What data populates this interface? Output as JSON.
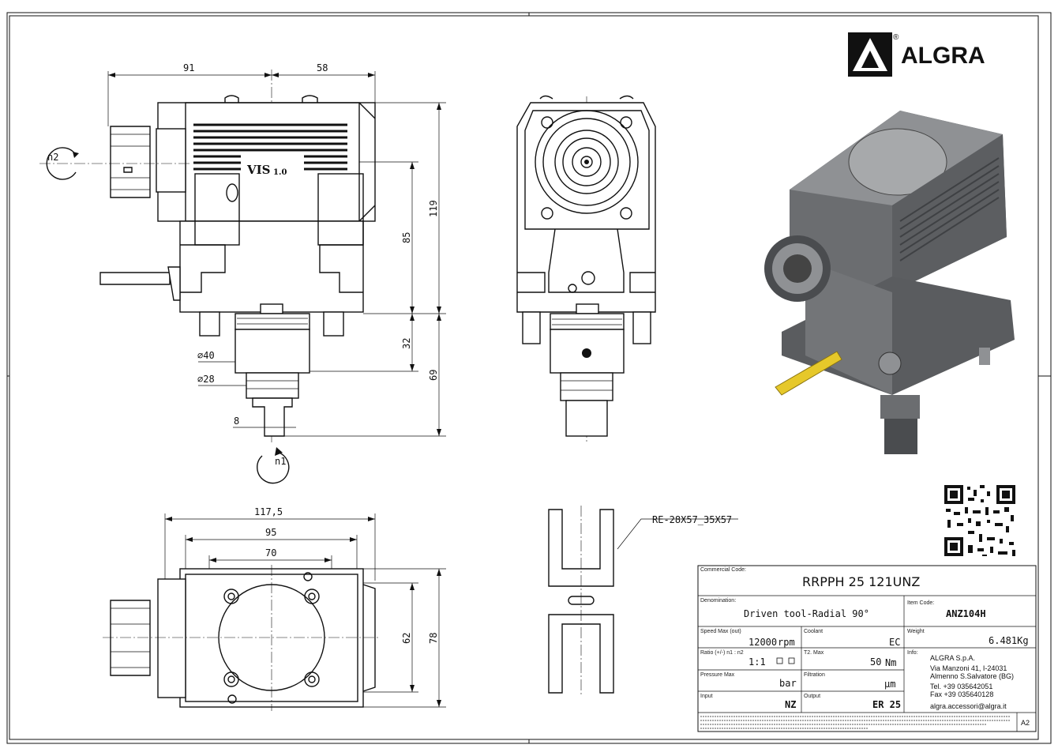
{
  "logo": {
    "text": "ALGRA",
    "registered": "®"
  },
  "dimensions": {
    "top_left": "91",
    "top_right": "58",
    "h_119": "119",
    "h_85": "85",
    "h_32": "32",
    "h_69": "69",
    "dia_40": "∅40",
    "dia_28": "∅28",
    "shank_8": "8",
    "w_117_5": "117,5",
    "w_95": "95",
    "w_70": "70",
    "h_62": "62",
    "h_78": "78"
  },
  "rotation_labels": {
    "n2": "n2",
    "n1": "n1"
  },
  "model_marking": "VIS",
  "model_marking_sub": "1.0",
  "reduction_label": "RE-28X57_35X57",
  "title_block": {
    "commercial_code_label": "Commercial Code:",
    "commercial_code": "RRPPH 25 121UNZ",
    "denomination_label": "Denomination:",
    "denomination": "Driven tool-Radial 90°",
    "item_code_label": "Item Code:",
    "item_code": "ANZ104H",
    "speed_label": "Speed Max (out)",
    "speed_value": "12000",
    "speed_unit": "rpm",
    "coolant_label": "Coolant",
    "coolant_value": "EC",
    "weight_label": "Weight",
    "weight_value": "6.481Kg",
    "ratio_label": "Ratio (+/-) n1 : n2",
    "ratio_value": "1:1",
    "torque_label": "T2. Max",
    "torque_value": "50",
    "torque_unit": "Nm",
    "info_label": "Info:",
    "pressure_label": "Pressure Max",
    "pressure_unit": "bar",
    "filtration_label": "Filtration",
    "filtration_unit": "µm",
    "input_label": "Input",
    "input_value": "NZ",
    "output_label": "Output",
    "output_value": "ER 25",
    "sheet_size": "A2",
    "info_lines": [
      "ALGRA S.p.A.",
      "Via Manzoni 41, I-24031",
      "Almenno S.Salvatore (BG)",
      "Tel. +39 035642051",
      "Fax +39 035640128",
      "algra.accessori@algra.it"
    ]
  }
}
